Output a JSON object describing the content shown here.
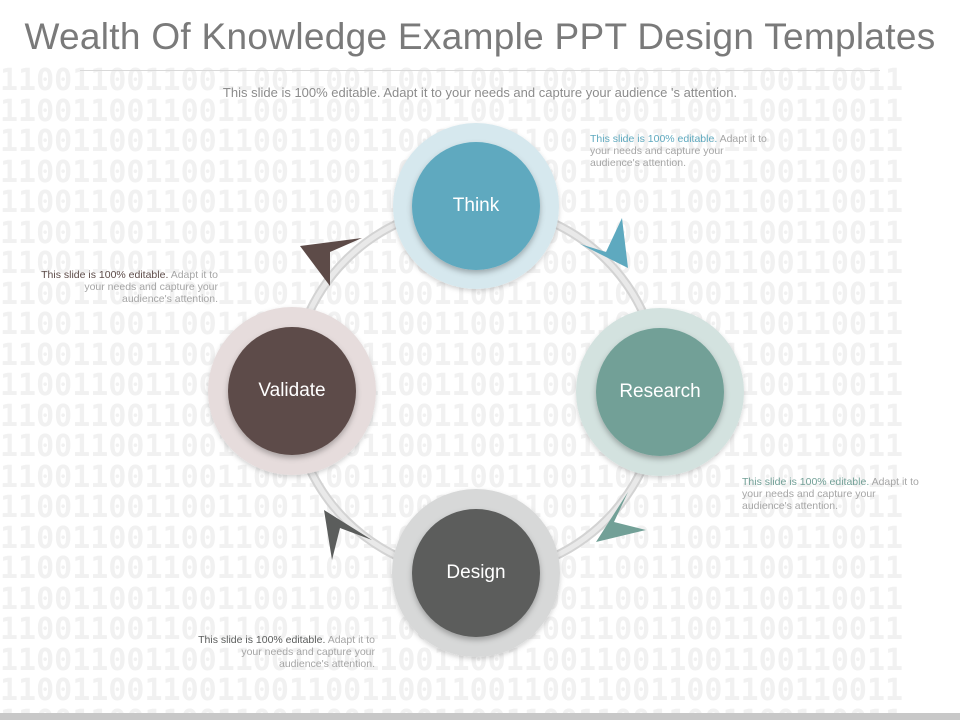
{
  "title": "Wealth Of Knowledge Example PPT Design Templates",
  "subtitle": "This slide is 100% editable.  Adapt it to your needs and capture your  audience 's attention.",
  "background_pattern": "11001100110011001100110011001100110011001100110011",
  "nodes": [
    {
      "label": "Think",
      "color": "#5ea9bf",
      "ring": "#d6e8ee"
    },
    {
      "label": "Research",
      "color": "#72a097",
      "ring": "#d3e2df"
    },
    {
      "label": "Design",
      "color": "#5b5d5c",
      "ring": "#d7d8d8"
    },
    {
      "label": "Validate",
      "color": "#5d4b48",
      "ring": "#e6dcdc"
    }
  ],
  "notes": [
    {
      "highlight": "This slide is 100% editable.",
      "rest": " Adapt it to your needs and capture your audience's attention.",
      "color": "#5ea9bf"
    },
    {
      "highlight": "This slide is 100% editable.",
      "rest": " Adapt it to your needs and capture your audience's attention.",
      "color": "#72a097"
    },
    {
      "highlight": "This slide is 100% editable.",
      "rest": " Adapt it to your needs and capture your audience's attention.",
      "color": "#5b5d5c"
    },
    {
      "highlight": "This slide is 100% editable.",
      "rest": " Adapt it to your needs and capture your audience's attention.",
      "color": "#5d4b48"
    }
  ],
  "colors": {
    "cycle_ring": "#dcdcdc",
    "title": "#7a7a7a"
  }
}
